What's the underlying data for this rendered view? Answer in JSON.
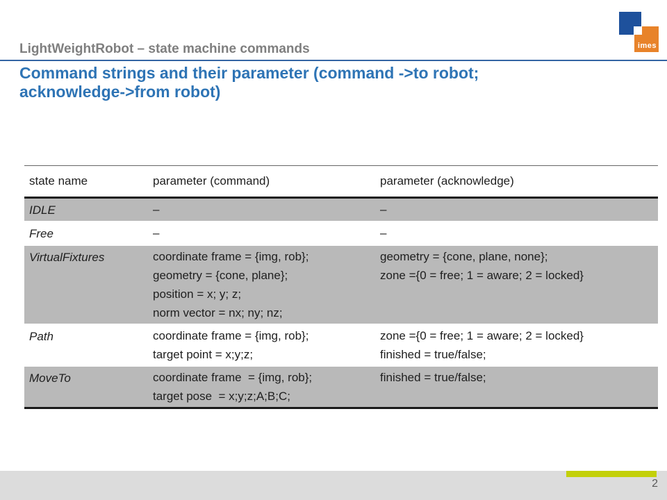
{
  "header": {
    "title": "LightWeightRobot – state machine commands"
  },
  "logo": {
    "text": "imes",
    "blue_color": "#1e519c",
    "orange_color": "#e8832a"
  },
  "title": {
    "text": "Command strings and their parameter (command ->to robot; acknowledge->from robot)",
    "color": "#2e74b5"
  },
  "table": {
    "columns": [
      "state name",
      "parameter (command)",
      "parameter (acknowledge)"
    ],
    "rows": [
      {
        "state": "IDLE",
        "command": [
          "–"
        ],
        "acknowledge": [
          "–"
        ],
        "shaded": true
      },
      {
        "state": "Free",
        "command": [
          "–"
        ],
        "acknowledge": [
          "–"
        ],
        "shaded": false
      },
      {
        "state": "VirtualFixtures",
        "command": [
          "coordinate frame = {img, rob};",
          "geometry = {cone, plane};",
          "position = x; y; z;",
          "norm vector = nx; ny; nz;"
        ],
        "acknowledge": [
          "geometry = {cone, plane, none};",
          "zone ={0 = free; 1 = aware; 2 = locked}"
        ],
        "shaded": true
      },
      {
        "state": "Path",
        "command": [
          "coordinate frame = {img, rob};",
          "target point = x;y;z;"
        ],
        "acknowledge": [
          "zone ={0 = free; 1 = aware; 2 = locked}",
          "finished = true/false;"
        ],
        "shaded": false
      },
      {
        "state": "MoveTo",
        "command": [
          "coordinate frame  = {img, rob};",
          "target pose  = x;y;z;A;B;C;"
        ],
        "acknowledge": [
          "finished = true/false;"
        ],
        "shaded": true
      }
    ],
    "shaded_row_color": "#b9b9b9"
  },
  "footer": {
    "page_number": "2",
    "accent_color": "#c3d00a",
    "bar_color": "#dcdcdc"
  }
}
